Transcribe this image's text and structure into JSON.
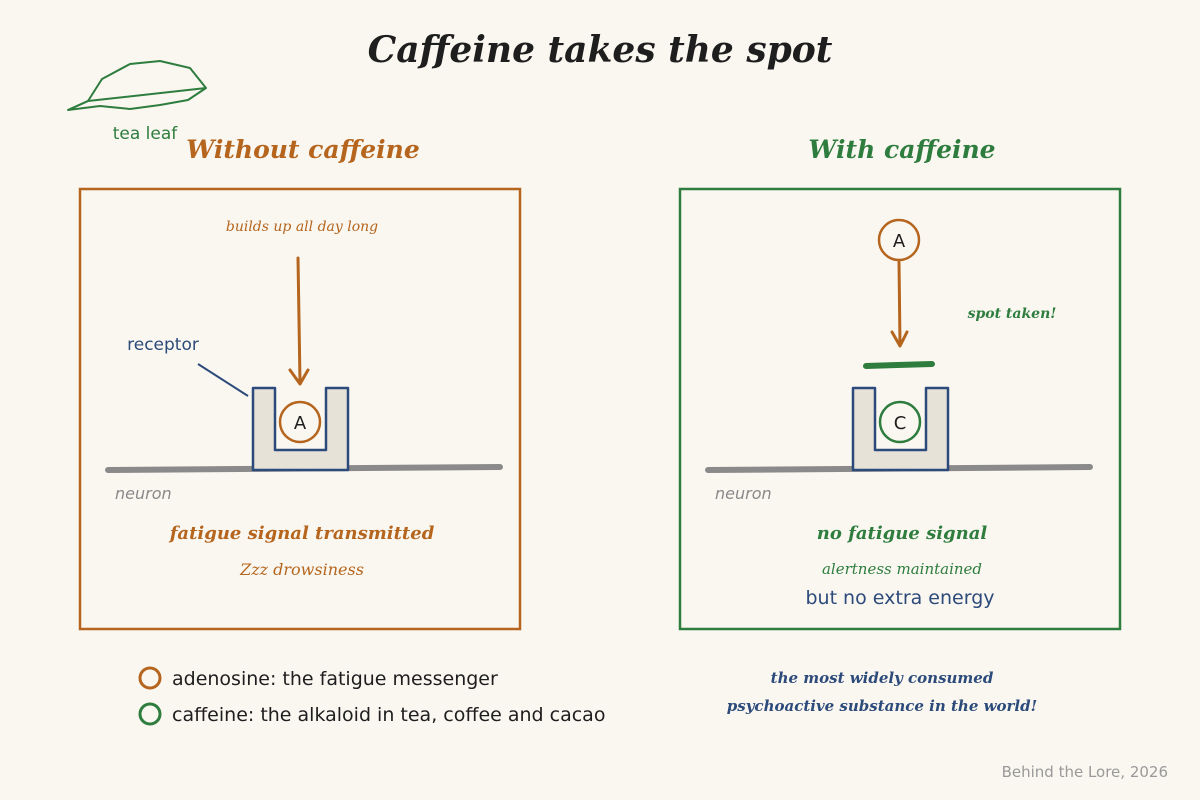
{
  "title": "Caffeine takes the spot",
  "leaf": {
    "label": "tea leaf"
  },
  "left_panel": {
    "heading": "Without caffeine",
    "arrow_note": "builds up all day long",
    "receptor_label": "receptor",
    "molecule": "A",
    "neuron_label": "neuron",
    "result": "fatigue signal transmitted",
    "effect": "Zzz drowsiness"
  },
  "right_panel": {
    "heading": "With caffeine",
    "incoming_molecule": "A",
    "blocked_note": "spot taken!",
    "bound_molecule": "C",
    "neuron_label": "neuron",
    "result": "no fatigue signal",
    "effect": "alertness maintained",
    "caveat": "but no extra energy"
  },
  "legend": {
    "items": [
      {
        "label": "adenosine: the fatigue messenger",
        "color": "#b5651d"
      },
      {
        "label": "caffeine: the alkaloid in tea, coffee and cacao",
        "color": "#2e7d3e"
      }
    ]
  },
  "footnote": {
    "line1": "the most widely consumed",
    "line2": "psychoactive substance in the world!"
  },
  "credit": "Behind the Lore, 2026",
  "colors": {
    "adenosine": "#b5651d",
    "caffeine": "#2e7d3e",
    "receptor": "#2c4a7a",
    "neuron": "#8a8a8a",
    "background": "#faf7f1"
  }
}
